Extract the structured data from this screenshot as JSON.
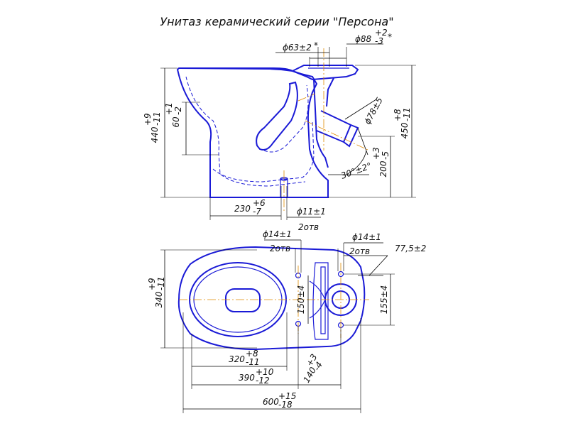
{
  "title": "Унитаз керамический серии \"Персона\"",
  "side_view": {
    "dim_outlet_diameter": "ϕ63±2",
    "dim_outlet_star": "*",
    "dim_flange_diameter": "ϕ88",
    "dim_flange_tol_upper": "+2",
    "dim_flange_tol_lower": "-3",
    "dim_flange_star": "*",
    "dim_bowl_height": "60",
    "dim_bowl_height_tol_upper": "+1",
    "dim_bowl_height_tol_lower": "-2",
    "dim_height_left": "440",
    "dim_height_left_tol_upper": "+9",
    "dim_height_left_tol_lower": "-11",
    "dim_height_right": "450",
    "dim_height_right_tol_upper": "+8",
    "dim_height_right_tol_lower": "-11",
    "dim_outlet_pipe_diameter": "ϕ78±5",
    "dim_outlet_height": "200",
    "dim_outlet_height_tol_upper": "+3",
    "dim_outlet_height_tol_lower": "-5",
    "dim_angle": "30°±2°",
    "dim_base_offset": "230",
    "dim_base_offset_tol_upper": "+6",
    "dim_base_offset_tol_lower": "-7",
    "dim_mount_hole": "ϕ11±1",
    "dim_mount_hole_count": "2отв"
  },
  "top_view": {
    "dim_left_hole": "ϕ14±1",
    "dim_left_hole_count": "2отв",
    "dim_right_hole": "ϕ14±1",
    "dim_right_hole_count": "2отв",
    "dim_offset": "77,5±2",
    "dim_width": "340",
    "dim_width_tol_upper": "+9",
    "dim_width_tol_lower": "-11",
    "dim_left_spacing": "150±4",
    "dim_right_spacing": "155±4",
    "dim_bowl_length": "320",
    "dim_bowl_length_tol_upper": "+8",
    "dim_bowl_length_tol_lower": "-11",
    "dim_hole_distance": "390",
    "dim_hole_distance_tol_upper": "+10",
    "dim_hole_distance_tol_lower": "-12",
    "dim_rear": "140",
    "dim_rear_tol_upper": "+3",
    "dim_rear_tol_lower": "-4",
    "dim_total_length": "600",
    "dim_total_length_tol_upper": "+15",
    "dim_total_length_tol_lower": "-18"
  },
  "colors": {
    "part_outline": "#1a1ad6",
    "center_line": "#e08a00",
    "dimension": "#000000"
  }
}
